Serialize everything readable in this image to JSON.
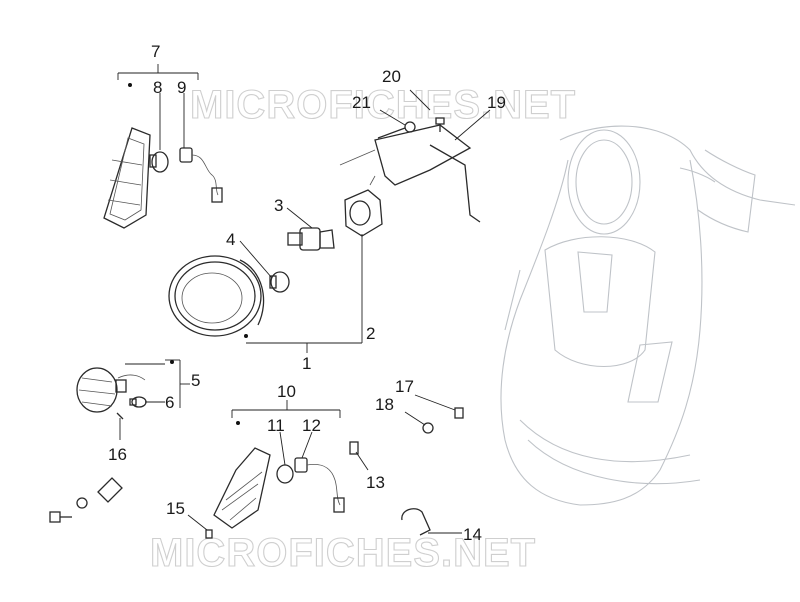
{
  "watermarks": {
    "top": "MICROFICHES.NET",
    "bottom": "MICROFICHES.NET"
  },
  "callouts": [
    "1",
    "2",
    "3",
    "4",
    "5",
    "6",
    "7",
    "8",
    "9",
    "10",
    "11",
    "12",
    "13",
    "14",
    "15",
    "16",
    "17",
    "18",
    "19",
    "20",
    "21"
  ],
  "colors": {
    "ink": "#1a1a1a",
    "watermark": "#cfcfcf",
    "body_outline": "#bfc3c8"
  },
  "icons": [
    "taillight-icon",
    "bulb-icon",
    "headlight-icon",
    "socket-icon",
    "bracket-icon",
    "turn-signal-icon",
    "screw-icon",
    "nut-icon",
    "clip-icon",
    "connector-icon",
    "scooter-front-icon"
  ]
}
